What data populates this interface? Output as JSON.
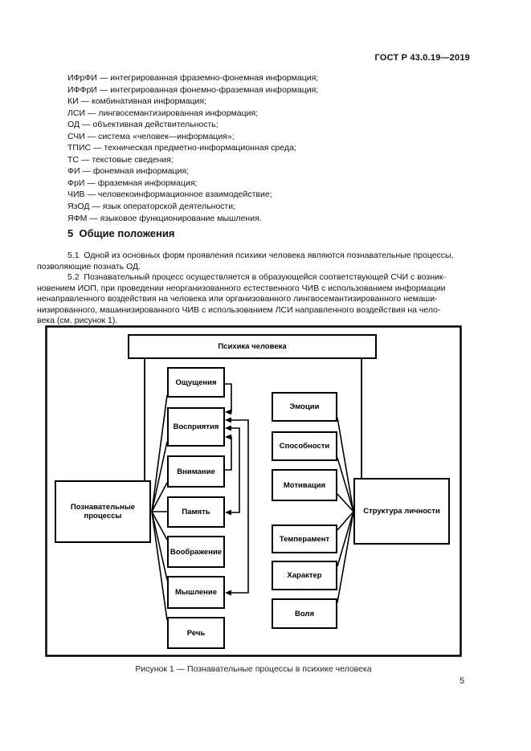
{
  "page": {
    "header": "ГОСТ Р 43.0.19—2019",
    "page_number": "5"
  },
  "colors": {
    "ink": "#000000",
    "paper": "#ffffff"
  },
  "abbreviations": [
    "ИФрФИ — интегрированная фраземно-фонемная информация;",
    "ИФФрИ — интегрированная фонемно-фраземная информация;",
    "КИ — комбинативная информация;",
    "ЛСИ — лингвосемантизированная информация;",
    "ОД — объективная действительность;",
    "СЧИ — система «человек—информация»;",
    "ТПИС — техническая предметно-информационная среда;",
    "ТС — текстовые сведения;",
    "ФИ — фонемная информация;",
    "ФрИ — фраземная информация;",
    "ЧИВ — человекоинформационное взаимодействие;",
    "ЯзОД — язык операторской деятельности;",
    "ЯФМ — языковое функционирование мышления."
  ],
  "section": {
    "heading": "5  Общие положения",
    "para_5_1": "5.1  Одной из основных форм проявления психики человека являются познавательные процессы,\nпозволяющие познать ОД.",
    "para_5_2": "5.2  Познавательный процесс осуществляется в образующейся соответствующей СЧИ с возник-\nновением ИОП, при проведении неорганизованного естественного ЧИВ с использованием информации\nненаправленного воздействия на человека или организованного лингвосемантизированного немаши-\nнизированного, машинизированного ЧИВ с использованием ЛСИ направленного воздействия на чело-\nвека (см. рисунок 1)."
  },
  "figure": {
    "caption": "Рисунок 1 — Познавательные процессы в психике человека",
    "nodes": {
      "psyche": "Психика человека",
      "cognitive": "Познавательные процессы",
      "personality": "Структура личности",
      "left": [
        "Ощущения",
        "Восприятия",
        "Внимание",
        "Память",
        "Воображение",
        "Мышление",
        "Речь"
      ],
      "right": [
        "Эмоции",
        "Способности",
        "Мотивация",
        "Темперамент",
        "Характер",
        "Воля"
      ]
    }
  }
}
